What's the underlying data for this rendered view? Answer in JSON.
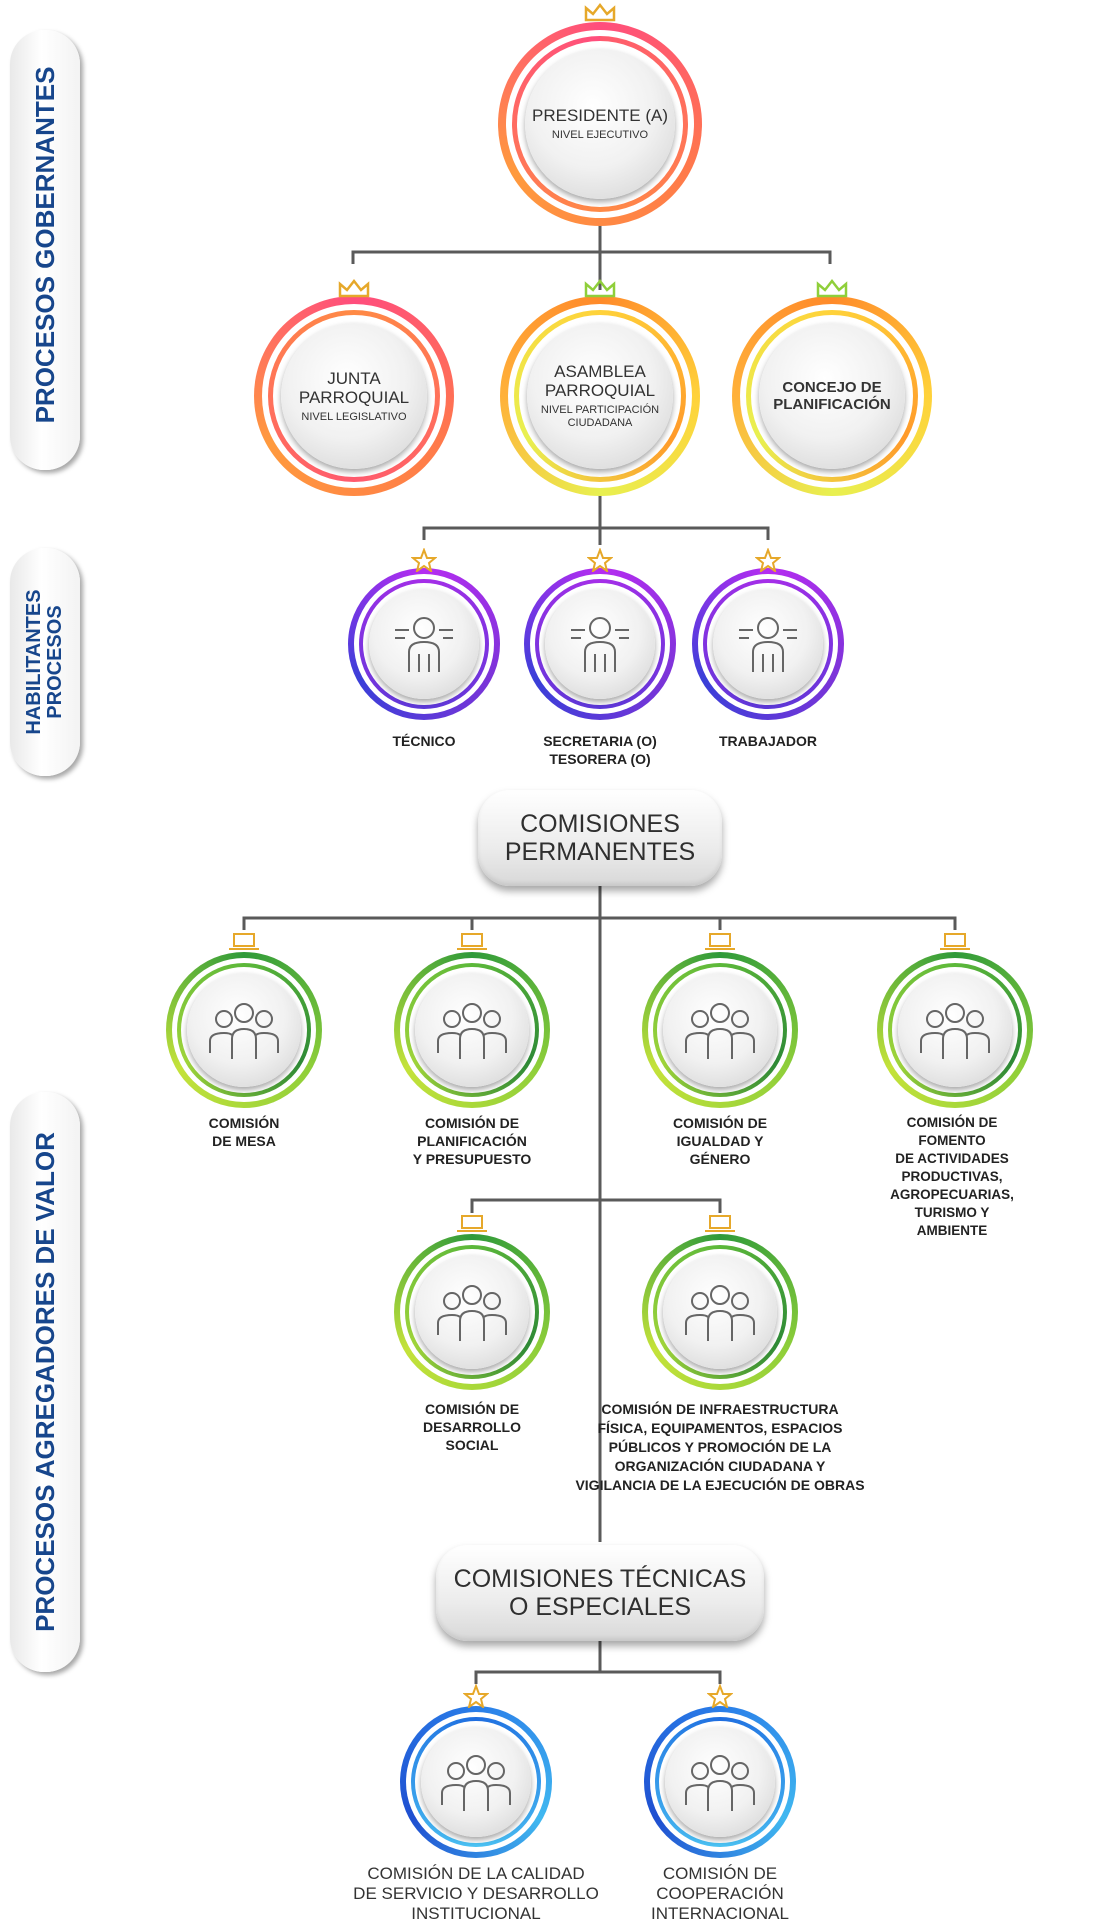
{
  "sections": {
    "gobernantes": "PROCESOS GOBERNANTES",
    "habilitantes": "HABILITANTES\nPROCESOS",
    "agregadores": "PROCESOS AGREGADORES DE VALOR"
  },
  "executive": {
    "title": "PRESIDENTE (A)",
    "subtitle": "NIVEL EJECUTIVO"
  },
  "level2": [
    {
      "title": "JUNTA\nPARROQUIAL",
      "subtitle": "NIVEL LEGISLATIVO"
    },
    {
      "title": "ASAMBLEA\nPARROQUIAL",
      "subtitle": "NIVEL PARTICIPACIÓN\nCIUDADANA"
    },
    {
      "title": "CONCEJO DE\nPLANIFICACIÓN",
      "subtitle": ""
    }
  ],
  "staff": [
    {
      "label": "TÉCNICO"
    },
    {
      "label": "SECRETARIA (O)\nTESORERA (O)"
    },
    {
      "label": "TRABAJADOR"
    }
  ],
  "comisiones_permanentes": {
    "title": "COMISIONES\nPERMANENTES",
    "items": [
      {
        "label": "COMISIÓN\nDE MESA"
      },
      {
        "label": "COMISIÓN DE\nPLANIFICACIÓN\nY PRESUPUESTO"
      },
      {
        "label": "COMISIÓN DE\nIGUALDAD Y\nGÉNERO"
      },
      {
        "label": "COMISIÓN DE  FOMENTO\nDE ACTIVIDADES PRODUCTIVAS,\nAGROPECUARIAS, TURISMO Y AMBIENTE"
      },
      {
        "label": "COMISIÓN DE\nDESARROLLO\nSOCIAL"
      },
      {
        "label": "COMISIÓN DE  INFRAESTRUCTURA\nFÍSICA, EQUIPAMENTOS, ESPACIOS\nPÚBLICOS Y PROMOCIÓN DE LA\nORGANIZACIÓN CIUDADANA Y\nVIGILANCIA DE LA EJECUCIÓN DE OBRAS"
      }
    ]
  },
  "comisiones_tecnicas": {
    "title": "COMISIONES TÉCNICAS\nO ESPECIALES",
    "items": [
      {
        "label": "COMISIÓN DE LA CALIDAD\nDE SERVICIO Y DESARROLLO\nINSTITUCIONAL"
      },
      {
        "label": "COMISIÓN DE\nCOOPERACIÓN\nINTERNACIONAL"
      }
    ]
  },
  "colors": {
    "line": "#5a5a5a",
    "section_text": "#17468c",
    "gold": "#e6a82a",
    "lime": "#8fcf3a"
  },
  "icons": [
    "crown-icon",
    "star-icon",
    "laptop-icon",
    "person-icon",
    "group-icon"
  ]
}
